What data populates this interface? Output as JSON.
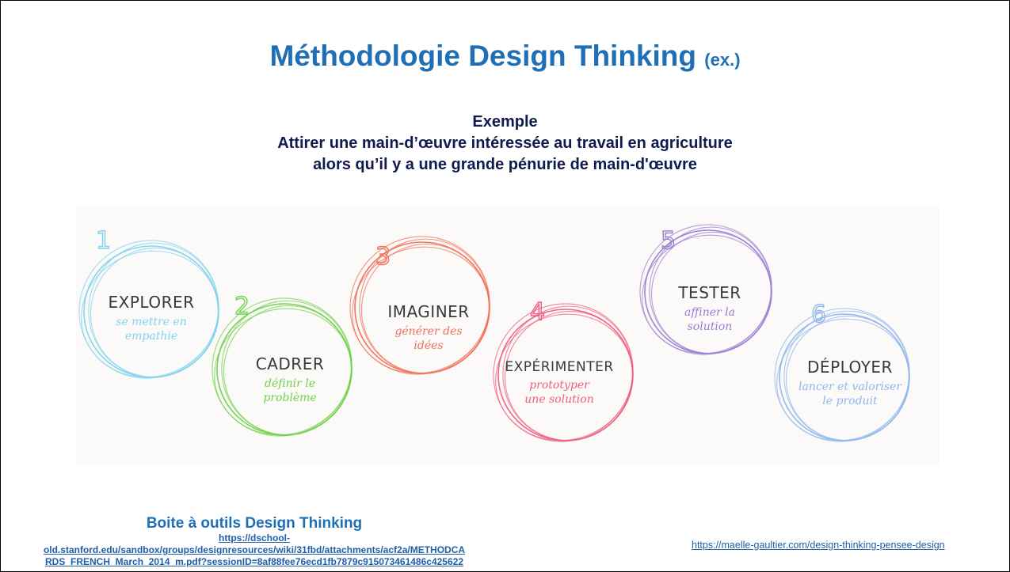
{
  "title": {
    "main": "Méthodologie Design Thinking",
    "suffix": "(ex.)"
  },
  "intro": {
    "label": "Exemple",
    "line1": "Attirer une main-d’œuvre intéressée au travail en agriculture",
    "line2": "alors qu’il y a une grande pénurie de main-d'œuvre"
  },
  "steps": [
    {
      "number": "1",
      "title": "EXPLORER",
      "sub1": "se mettre en",
      "sub2": "empathie",
      "color": "#7fd3ef"
    },
    {
      "number": "2",
      "title": "CADRER",
      "sub1": "définir le",
      "sub2": "problème",
      "color": "#6fd24a"
    },
    {
      "number": "3",
      "title": "IMAGINER",
      "sub1": "générer des",
      "sub2": "idées",
      "color": "#f0705a"
    },
    {
      "number": "4",
      "title": "EXPÉRIMENTER",
      "sub1": "prototyper",
      "sub2": "une solution",
      "color": "#ee5e86"
    },
    {
      "number": "5",
      "title": "TESTER",
      "sub1": "affiner la",
      "sub2": "solution",
      "color": "#9b7fd2"
    },
    {
      "number": "6",
      "title": "DÉPLOYER",
      "sub1": "lancer et valoriser",
      "sub2": "le produit",
      "color": "#8fb6ef"
    }
  ],
  "toolbox": {
    "title": "Boite à outils Design Thinking",
    "link_line1": "https://dschool-",
    "link_line2": "old.stanford.edu/sandbox/groups/designresources/wiki/31fbd/attachments/acf2a/METHODCA",
    "link_line3": "RDS_FRENCH_March_2014_m.pdf?sessionID=8af88fee76ecd1fb7879c915073461486c425622"
  },
  "source_link": "https://maelle-gaultier.com/design-thinking-pensee-design",
  "colors": {
    "title_blue": "#1f6fb7",
    "dark_navy": "#0f1a4d",
    "link_blue": "#1f5ea8"
  }
}
